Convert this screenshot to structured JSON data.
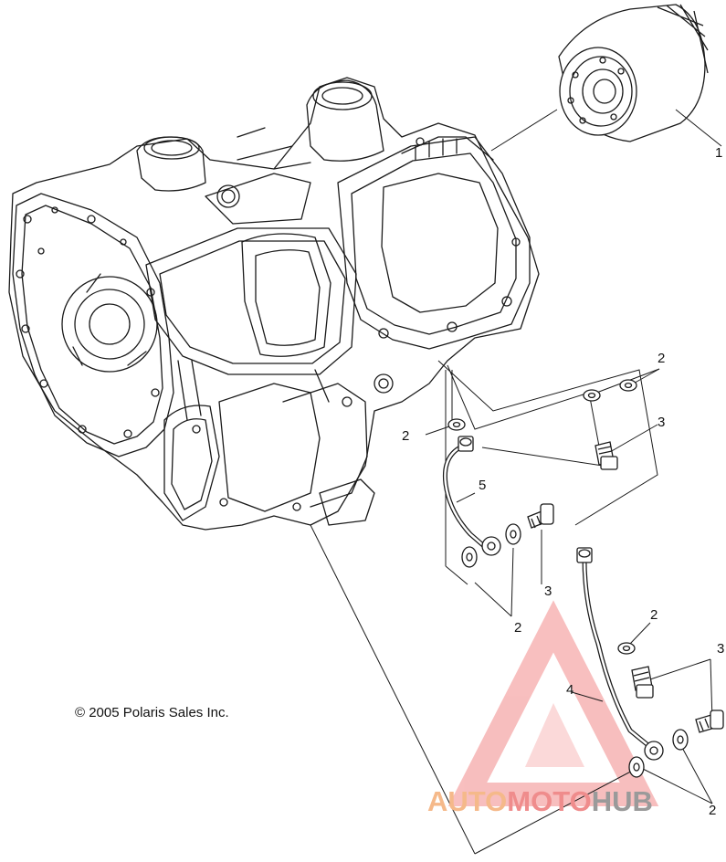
{
  "diagram": {
    "copyright": "© 2005 Polaris Sales Inc.",
    "callouts": {
      "c1": "1",
      "c2_top_right": "2",
      "c2_left": "2",
      "c3_upper": "3",
      "c5": "5",
      "c3_middle": "3",
      "c2_bottom_left": "2",
      "c2_lower_right": "2",
      "c3_right": "3",
      "c4": "4",
      "c2_bottom_right": "2"
    }
  },
  "watermark": {
    "part1": "AUTO",
    "part2": "MOTO",
    "part3": "HUB",
    "colors": {
      "auto": "#f5b98a",
      "moto": "#ef8c8c",
      "hub": "#9a9a9a",
      "triangle": "#f28a8a"
    }
  }
}
